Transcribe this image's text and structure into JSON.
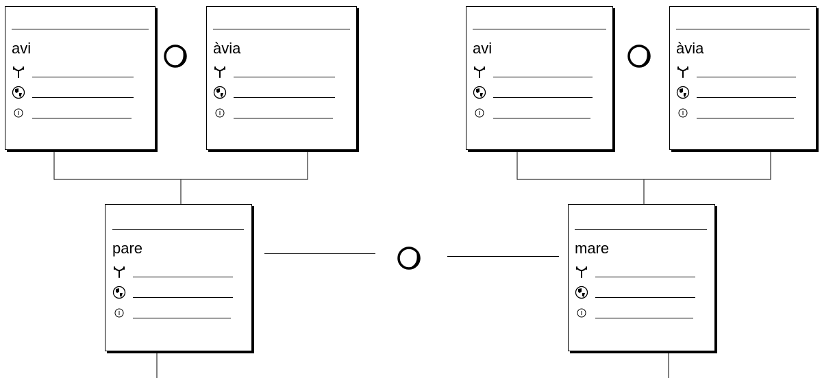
{
  "icons": {
    "birth": "antenna-birth-icon",
    "place": "globe-icon",
    "death": "info-circle-icon",
    "union": "union-ring-icon"
  },
  "grandparents_left": {
    "grandfather": {
      "name": "avi"
    },
    "grandmother": {
      "name": "àvia"
    }
  },
  "grandparents_right": {
    "grandfather": {
      "name": "avi"
    },
    "grandmother": {
      "name": "àvia"
    }
  },
  "parents": {
    "father": {
      "name": "pare"
    },
    "mother": {
      "name": "mare"
    }
  }
}
